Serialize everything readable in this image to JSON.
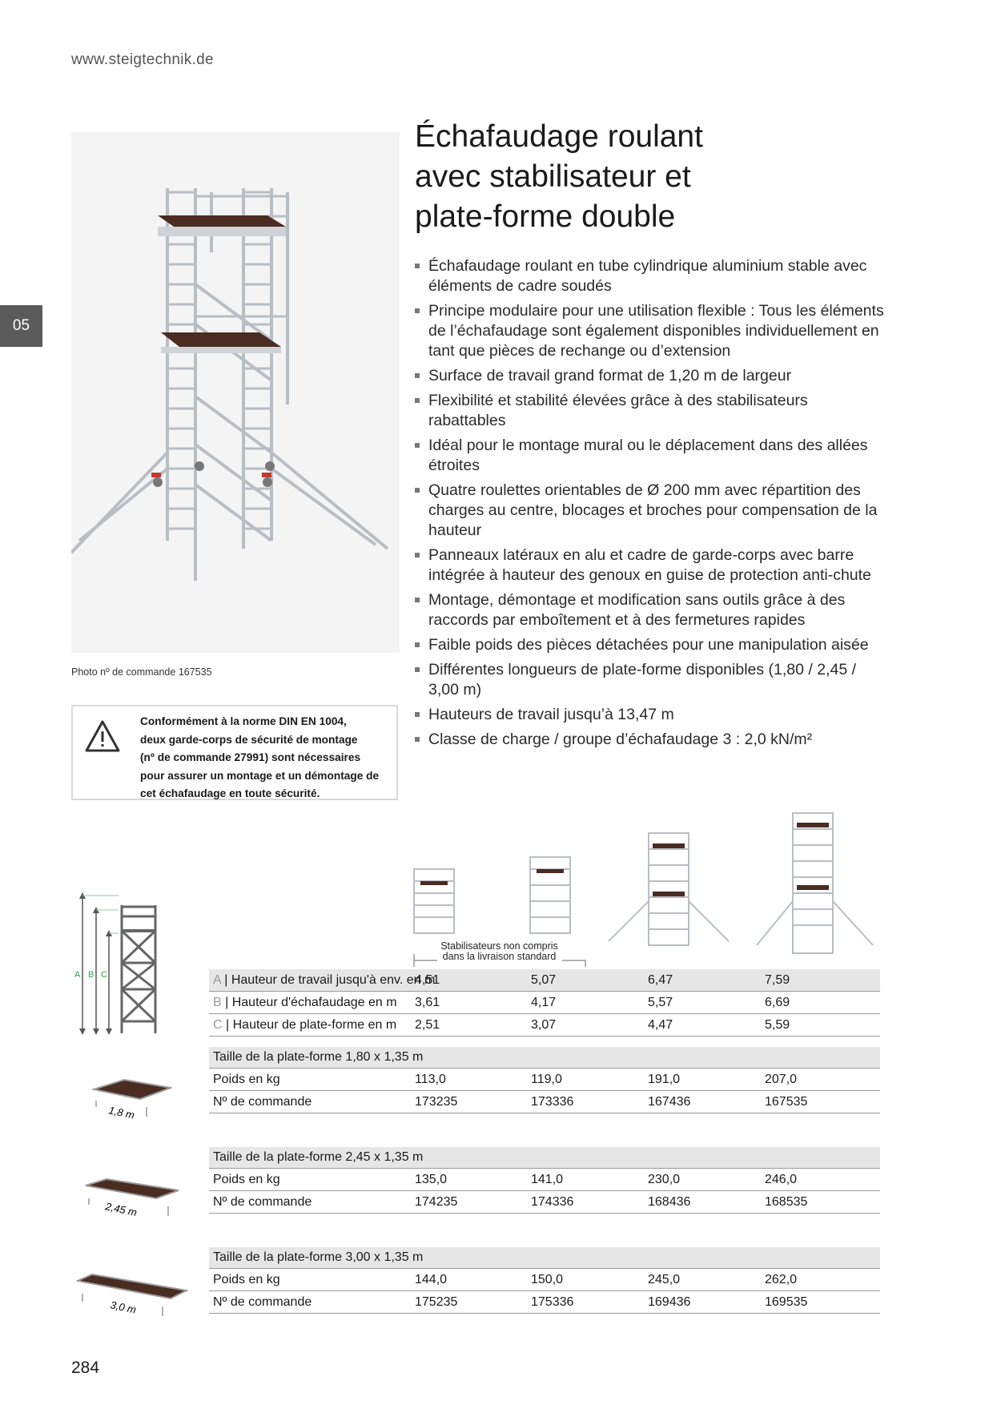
{
  "header": {
    "url": "www.steigtechnik.de",
    "chapter": "05"
  },
  "title_lines": [
    "Échafaudage roulant",
    "avec stabilisateur et",
    "plate-forme double"
  ],
  "features": [
    "Échafaudage roulant en tube cylindrique aluminium stable avec éléments de cadre soudés",
    "Principe modulaire pour une utilisation flexible : Tous les éléments de l’échafaudage sont également disponibles individuellement en tant que pièces de rechange ou d’extension",
    "Surface de travail grand format de 1,20 m de largeur",
    "Flexibilité et stabilité élevées grâce à des stabilisateurs rabattables",
    "Idéal pour le montage mural ou le déplacement dans des allées étroites",
    "Quatre roulettes orientables de Ø 200 mm avec répartition des charges au centre, blocages et broches pour compensation de la hauteur",
    "Panneaux latéraux en alu et cadre de garde-corps avec barre intégrée à hauteur des genoux en guise de protection anti-chute",
    "Montage, démontage et modification sans outils grâce à des raccords par emboîtement et à des fermetures rapides",
    "Faible poids des pièces détachées pour une manipulation aisée",
    "Différentes longueurs de plate-forme disponibles (1,80 / 2,45 / 3,00 m)",
    "Hauteurs de travail jusqu’à 13,47 m",
    "Classe de charge / groupe d’échafaudage 3 : 2,0 kN/m²"
  ],
  "photo_caption": "Photo nº de commande 167535",
  "warning": {
    "icon": "warning-triangle-icon",
    "lines": [
      "Conformément à la norme DIN EN 1004,",
      "deux garde-corps de sécurité de montage",
      "(nº de commande 27991) sont nécessaires",
      "pour assurer un montage et un démontage de",
      "cet échafaudage en toute sécurité."
    ]
  },
  "stabilizer_note_lines": [
    "Stabilisateurs non compris",
    "dans la livraison standard"
  ],
  "dimension_letters": [
    "A",
    "B",
    "C"
  ],
  "heights_table": {
    "rows": [
      {
        "letter": "A",
        "label": "Hauteur de travail jusqu'à env. en m",
        "values": [
          "4,51",
          "5,07",
          "6,47",
          "7,59"
        ]
      },
      {
        "letter": "B",
        "label": "Hauteur d'échafaudage en m",
        "values": [
          "3,61",
          "4,17",
          "5,57",
          "6,69"
        ]
      },
      {
        "letter": "C",
        "label": "Hauteur de plate-forme en m",
        "values": [
          "2,51",
          "3,07",
          "4,47",
          "5,59"
        ]
      }
    ]
  },
  "platform_tables": [
    {
      "image_label": "1,8 m",
      "title": "Taille de la plate-forme 1,80 x 1,35 m",
      "rows": [
        {
          "label": "Poids en kg",
          "values": [
            "113,0",
            "119,0",
            "191,0",
            "207,0"
          ]
        },
        {
          "label": "Nº de commande",
          "values": [
            "173235",
            "173336",
            "167436",
            "167535"
          ]
        }
      ]
    },
    {
      "image_label": "2,45 m",
      "title": "Taille de la plate-forme 2,45 x 1,35 m",
      "rows": [
        {
          "label": "Poids en kg",
          "values": [
            "135,0",
            "141,0",
            "230,0",
            "246,0"
          ]
        },
        {
          "label": "Nº de commande",
          "values": [
            "174235",
            "174336",
            "168436",
            "168535"
          ]
        }
      ]
    },
    {
      "image_label": "3,0 m",
      "title": "Taille de la plate-forme 3,00 x 1,35 m",
      "rows": [
        {
          "label": "Poids en kg",
          "values": [
            "144,0",
            "150,0",
            "245,0",
            "262,0"
          ]
        },
        {
          "label": "Nº de commande",
          "values": [
            "175235",
            "175336",
            "169436",
            "169535"
          ]
        }
      ]
    }
  ],
  "page_number": "284"
}
